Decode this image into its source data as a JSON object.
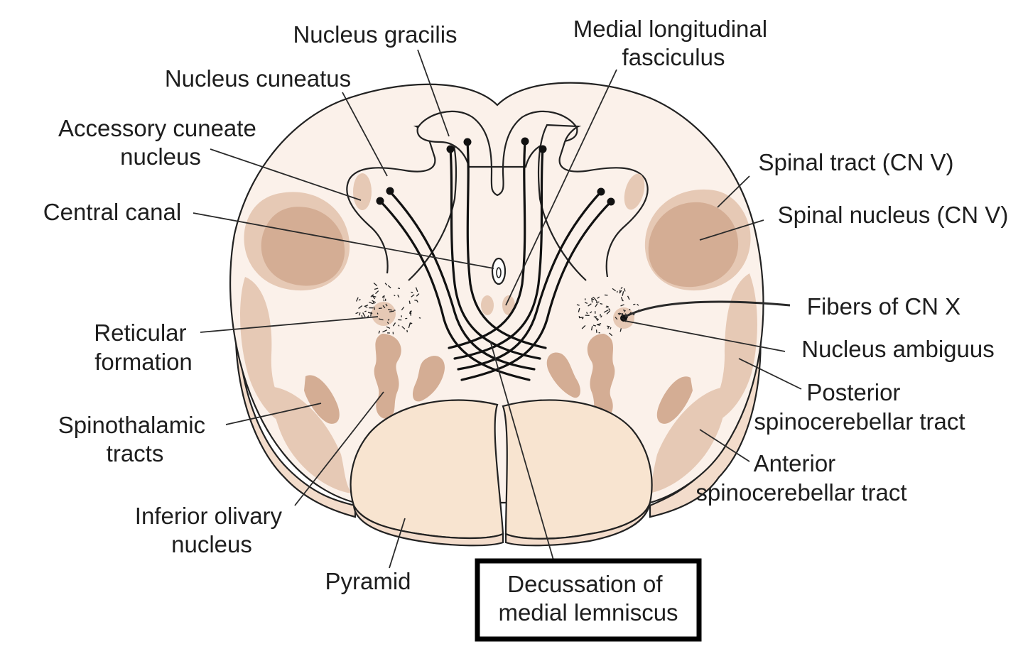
{
  "diagram": {
    "colors": {
      "background_tissue": "#fbf1ea",
      "light_tract": "#e6c9b5",
      "dark_tract": "#d4ad94",
      "pyramid": "#f8e4d0",
      "line": "#222222",
      "highlight_box": "#000000"
    },
    "labels": {
      "nucleus_gracilis": [
        "Nucleus gracilis"
      ],
      "medial_longitudinal_fasciculus": [
        "Medial longitudinal",
        "fasciculus"
      ],
      "nucleus_cuneatus": [
        "Nucleus cuneatus"
      ],
      "accessory_cuneate_nucleus": [
        "Accessory cuneate",
        "nucleus"
      ],
      "central_canal": [
        "Central canal"
      ],
      "reticular_formation": [
        "Reticular",
        "formation"
      ],
      "spinothalamic_tracts": [
        "Spinothalamic",
        "tracts"
      ],
      "inferior_olivary_nucleus": [
        "Inferior olivary",
        "nucleus"
      ],
      "pyramid": [
        "Pyramid"
      ],
      "decussation_of_medial_lemniscus": [
        "Decussation of",
        "medial lemniscus"
      ],
      "spinal_tract_cn_v": [
        "Spinal tract (CN V)"
      ],
      "spinal_nucleus_cn_v": [
        "Spinal nucleus (CN V)"
      ],
      "fibers_of_cn_x": [
        "Fibers of CN X"
      ],
      "nucleus_ambiguus": [
        "Nucleus ambiguus"
      ],
      "posterior_spinocerebellar_tract": [
        "Posterior",
        "spinocerebellar tract"
      ],
      "anterior_spinocerebellar_tract": [
        "Anterior",
        "spinocerebellar tract"
      ]
    }
  }
}
